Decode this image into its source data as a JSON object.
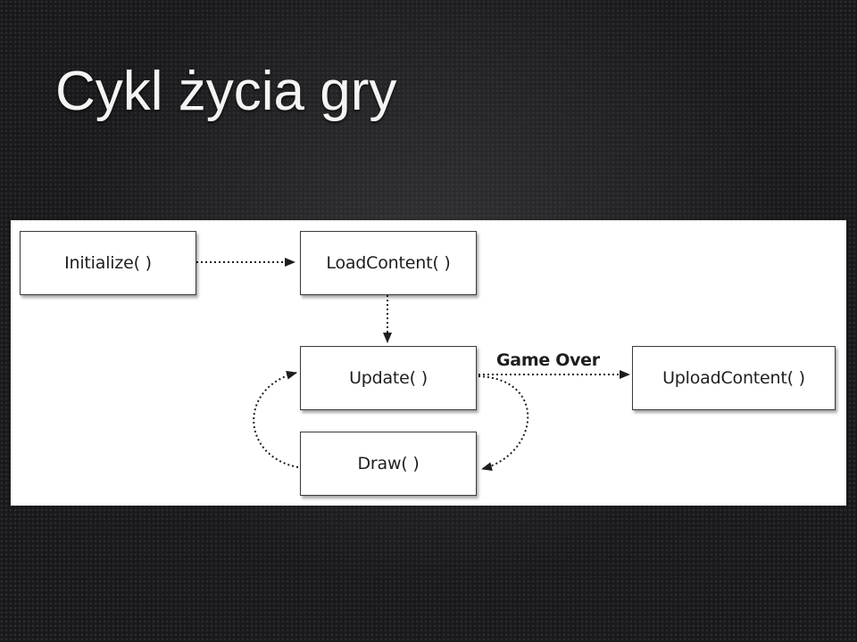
{
  "slide": {
    "title": "Cykl życia gry"
  },
  "diagram": {
    "nodes": {
      "initialize": "Initialize( )",
      "load_content": "LoadContent( )",
      "update": "Update( )",
      "upload_content": "UploadContent( )",
      "draw": "Draw( )"
    },
    "edges": {
      "game_over": "Game Over"
    }
  }
}
